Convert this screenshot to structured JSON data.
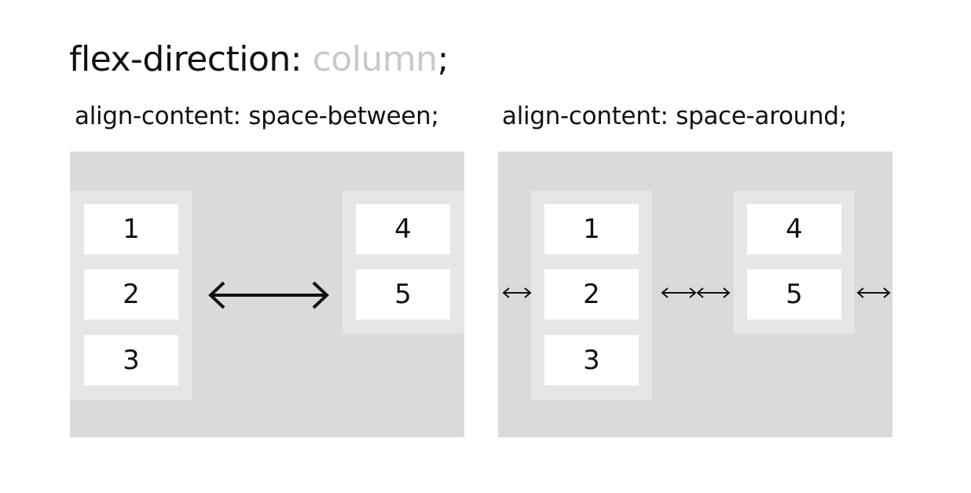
{
  "heading": {
    "property": "flex-direction:",
    "value": "column",
    "terminator": ";"
  },
  "panels": [
    {
      "label": "align-content: space-between;",
      "columns": [
        {
          "items": [
            "1",
            "2",
            "3"
          ]
        },
        {
          "items": [
            "4",
            "5"
          ]
        }
      ]
    },
    {
      "label": "align-content: space-around;",
      "columns": [
        {
          "items": [
            "1",
            "2",
            "3"
          ]
        },
        {
          "items": [
            "4",
            "5"
          ]
        }
      ]
    }
  ],
  "colors": {
    "container": "#dadada",
    "column": "#e7e6e4",
    "item": "#ffffff",
    "muted_text": "#c8c8c8",
    "ink": "#111111"
  },
  "icons": [
    "double-arrow-icon"
  ]
}
